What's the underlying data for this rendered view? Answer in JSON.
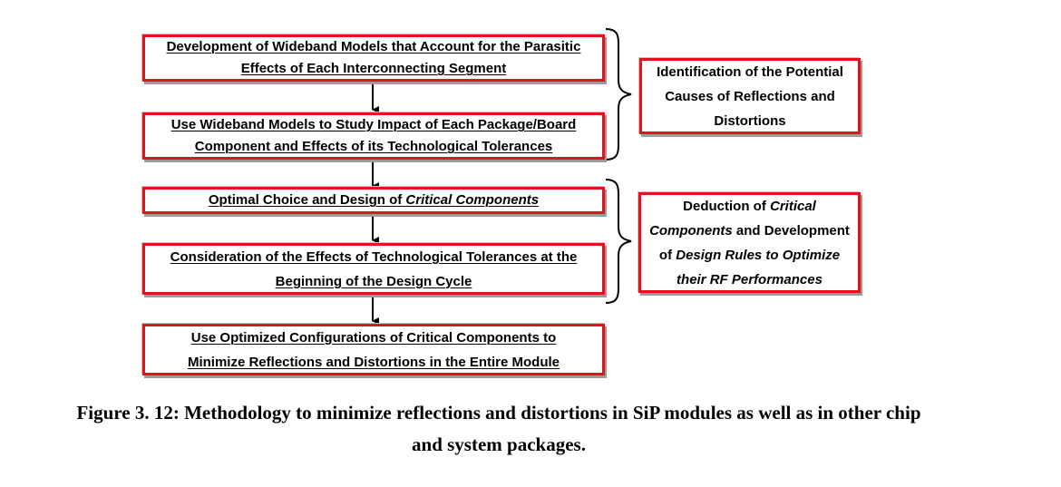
{
  "flow": {
    "box1": {
      "line1": "Development of Wideband Models that Account for the Parasitic",
      "line2": "Effects of Each Interconnecting Segment"
    },
    "box2": {
      "line1": "Use Wideband Models to Study Impact of Each Package/Board",
      "line2": "Component and Effects of its Technological Tolerances"
    },
    "box3": {
      "prefix": "Optimal Choice and Design of ",
      "emph": "Critical Components"
    },
    "box4": {
      "line1": "Consideration of the Effects of Technological Tolerances at the",
      "line2": "Beginning of the Design Cycle"
    },
    "box5": {
      "line1": "Use Optimized Configurations of Critical Components to",
      "line2": "Minimize Reflections and Distortions in the Entire Module"
    }
  },
  "side": {
    "identification": {
      "line1": "Identification of the Potential",
      "line2": "Causes of Reflections and",
      "line3": "Distortions"
    },
    "deduction": {
      "l1_prefix": "Deduction of ",
      "l1_emph": "Critical",
      "l2_emph": "Components",
      "l2_suffix": " and Development",
      "l3_prefix": "of ",
      "l3_emph": "Design Rules to Optimize",
      "l4_emph": "their RF Performances"
    }
  },
  "caption": {
    "line1": "Figure 3. 12: Methodology to minimize reflections and distortions in SiP modules as well as in other chip",
    "line2": "and system packages."
  },
  "colors": {
    "box_border": "#e3121b",
    "shadow": "#9b9b9b",
    "text": "#000000"
  }
}
